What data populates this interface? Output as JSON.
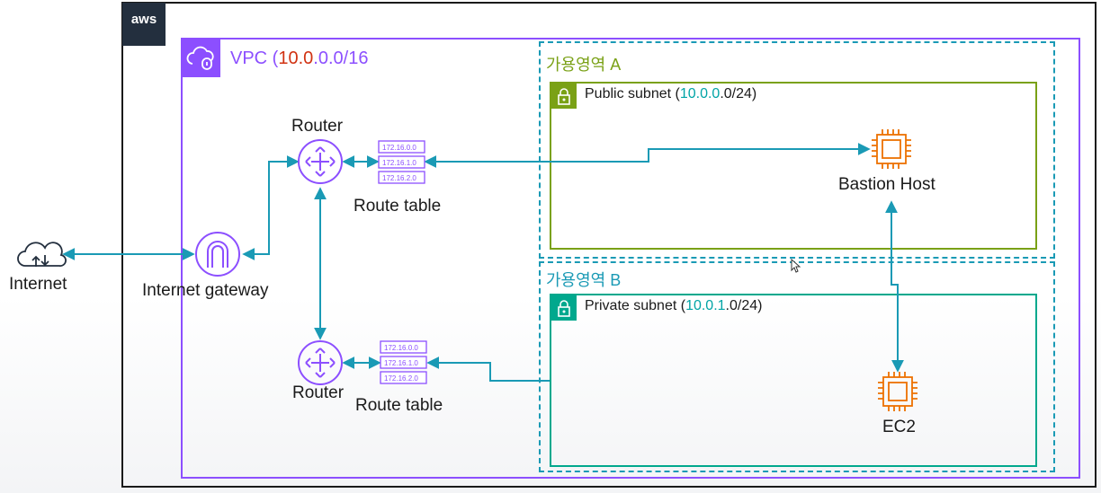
{
  "aws_logo": "aws",
  "vpc": {
    "label": "VPC",
    "cidr_highlight": "10.0",
    "cidr_rest": ".0.0/16"
  },
  "az_a": {
    "label": "가용영역 A"
  },
  "az_b": {
    "label": "가용영역 B"
  },
  "public_subnet": {
    "label": "Public subnet",
    "open": "(",
    "cidr_highlight": "10.0.0",
    "cidr_rest": ".0/24)"
  },
  "private_subnet": {
    "label": "Private subnet",
    "open": "(",
    "cidr_highlight": "10.0.1",
    "cidr_rest": ".0/24)"
  },
  "internet": {
    "label": "Internet"
  },
  "internet_gateway": {
    "label": "Internet gateway"
  },
  "router_top": {
    "label": "Router"
  },
  "router_bottom": {
    "label": "Router"
  },
  "route_table_top": {
    "label": "Route table",
    "entries": [
      "172.16.0.0",
      "172.16.1.0",
      "172.16.2.0"
    ]
  },
  "route_table_bottom": {
    "label": "Route table",
    "entries": [
      "172.16.0.0",
      "172.16.1.0",
      "172.16.2.0"
    ]
  },
  "bastion": {
    "label": "Bastion Host"
  },
  "ec2": {
    "label": "EC2"
  },
  "colors": {
    "vpc": "#8c4fff",
    "connector": "#1a9ab5",
    "az_a": "#7aa116",
    "az_b": "#1a9ab5",
    "public": "#7aa116",
    "private": "#01a88d",
    "compute": "#ed7100",
    "cidr_red": "#d13212",
    "cidr_teal": "#00a4a6"
  }
}
